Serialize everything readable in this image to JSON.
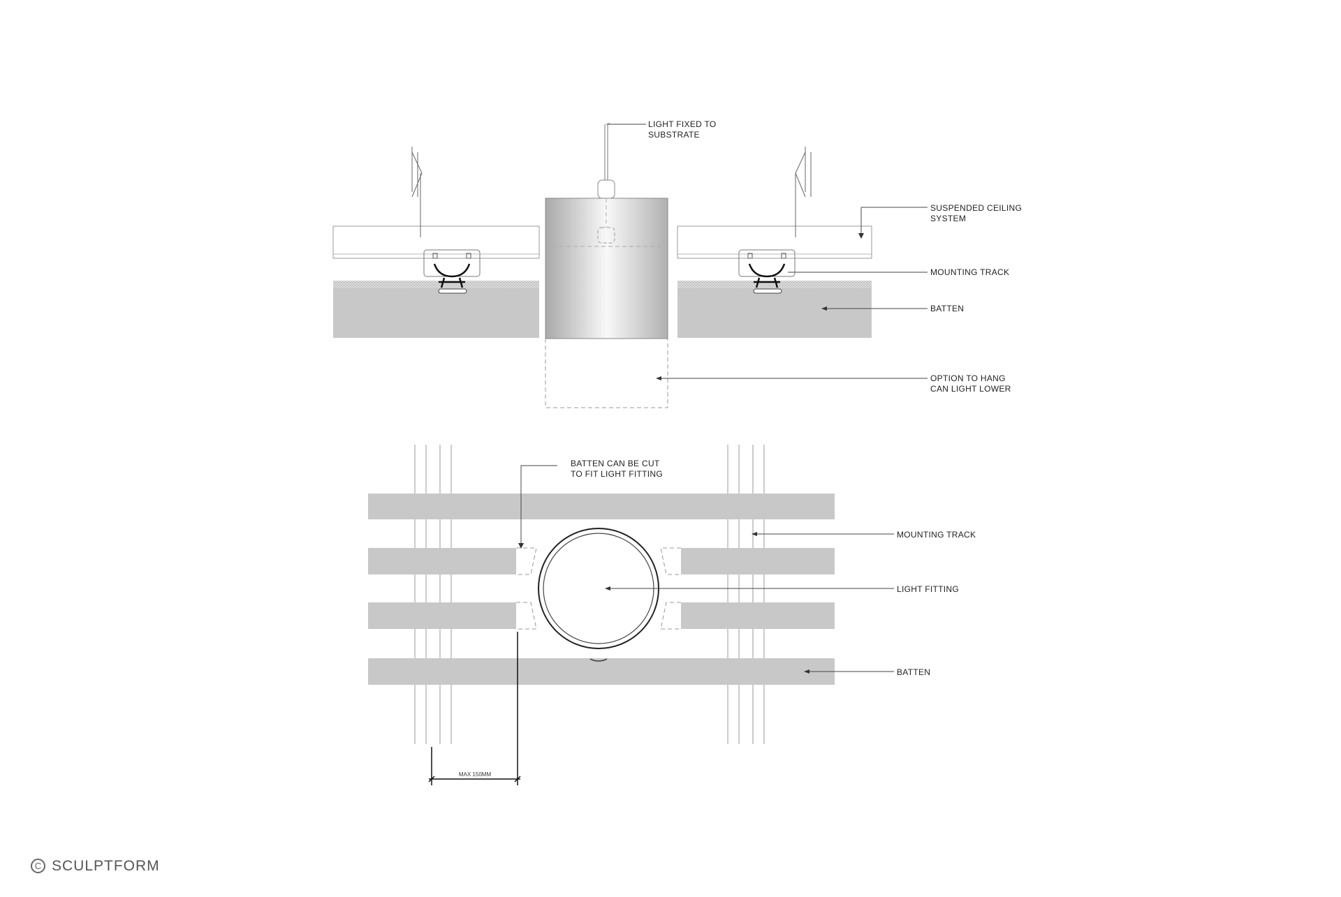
{
  "section_view": {
    "labels": {
      "light_fixed_line1": "LIGHT FIXED TO",
      "light_fixed_line2": "SUBSTRATE",
      "suspended_line1": "SUSPENDED CEILING",
      "suspended_line2": "SYSTEM",
      "mounting_track": "MOUNTING TRACK",
      "batten": "BATTEN",
      "option_line1": "OPTION TO HANG",
      "option_line2": "CAN LIGHT LOWER"
    }
  },
  "plan_view": {
    "labels": {
      "batten_cut_line1": "BATTEN CAN BE CUT",
      "batten_cut_line2": "TO FIT LIGHT FITTING",
      "mounting_track": "MOUNTING TRACK",
      "light_fitting": "LIGHT FITTING",
      "batten": "BATTEN",
      "max_dimension": "MAX 150MM"
    }
  },
  "brand": {
    "symbol": "C",
    "name": "SCULPTFORM"
  },
  "colors": {
    "batten_fill": "#c8c8c8",
    "line": "#555555",
    "background": "#ffffff"
  }
}
